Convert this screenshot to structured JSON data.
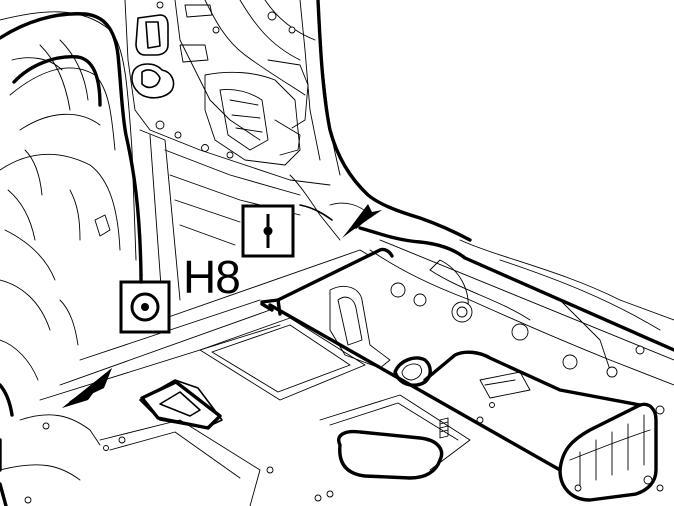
{
  "callout": {
    "label": "H8"
  },
  "symbols": {
    "primary": "circle-dot-symbol",
    "secondary": "line-dot-symbol"
  },
  "colors": {
    "ink": "#000000",
    "paper": "#ffffff"
  }
}
